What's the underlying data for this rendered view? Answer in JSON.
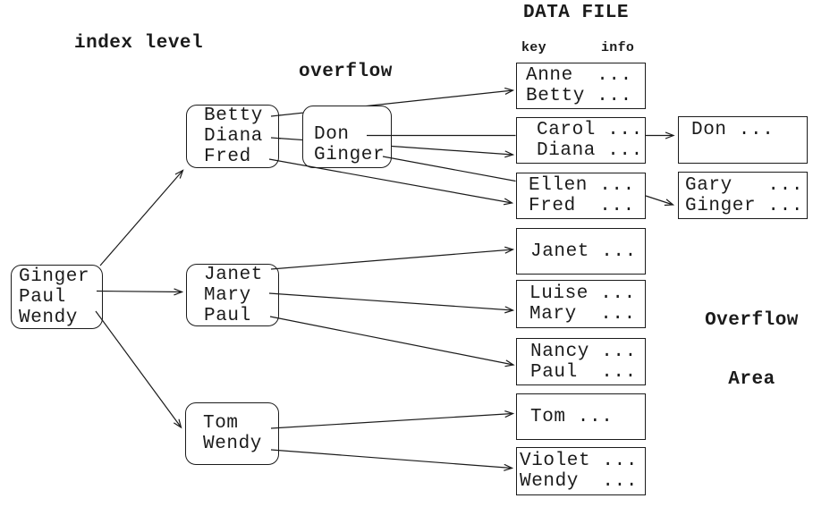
{
  "diagram": {
    "title": "DATA FILE",
    "labels": {
      "index_level": "index level",
      "overflow": "overflow",
      "key": "key",
      "info": "info",
      "overflow_area_line1": "Overflow",
      "overflow_area_line2": "Area"
    },
    "colors": {
      "ink": "#1b1b1b",
      "background": "#ffffff"
    },
    "index_level": {
      "root": {
        "entries": [
          "Ginger",
          "Paul",
          "Wendy"
        ]
      },
      "index1": {
        "entries": [
          "Betty",
          "Diana",
          "Fred"
        ]
      },
      "overflow_index": {
        "entries": [
          "Don",
          "Ginger"
        ]
      },
      "index2": {
        "entries": [
          "Janet",
          "Mary",
          "Paul"
        ]
      },
      "index3": {
        "entries": [
          "Tom",
          "Wendy"
        ]
      }
    },
    "data_file": {
      "blocks": [
        {
          "rows": [
            "Anne  ...",
            "Betty ..."
          ]
        },
        {
          "rows": [
            "Carol ...",
            "Diana ..."
          ]
        },
        {
          "rows": [
            "Ellen ...",
            "Fred  ..."
          ]
        },
        {
          "rows": [
            "Janet ..."
          ]
        },
        {
          "rows": [
            "Luise ...",
            "Mary  ..."
          ]
        },
        {
          "rows": [
            "Nancy ...",
            "Paul  ..."
          ]
        },
        {
          "rows": [
            "Tom ..."
          ]
        },
        {
          "rows": [
            "Violet ...",
            "Wendy  ..."
          ]
        }
      ]
    },
    "overflow_area": {
      "blocks": [
        {
          "rows": [
            "Don ..."
          ]
        },
        {
          "rows": [
            "Gary   ...",
            "Ginger ..."
          ]
        }
      ]
    }
  }
}
